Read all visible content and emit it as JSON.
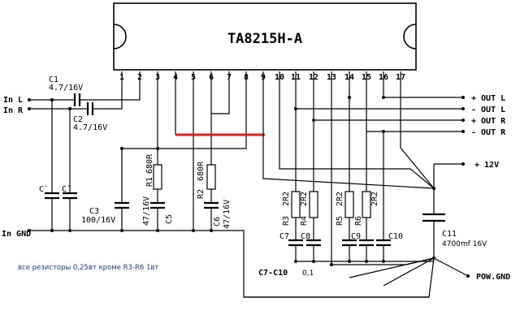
{
  "chip": {
    "title": "TA8215H-A",
    "pins": [
      "1",
      "2",
      "3",
      "4",
      "5",
      "6",
      "7",
      "8",
      "9",
      "10",
      "11",
      "12",
      "13",
      "14",
      "15",
      "16",
      "17"
    ]
  },
  "inputs": {
    "in_l": "In L",
    "in_r": "In R",
    "in_gnd": "In GND"
  },
  "outputs": {
    "out_l_plus": "+ OUT L",
    "out_l_minus": "- OUT L",
    "out_r_plus": "+ OUT R",
    "out_r_minus": "- OUT R",
    "power": "+ 12V",
    "pow_gnd": "POW.GND"
  },
  "components": {
    "c1_name": "C1",
    "c1_value": "4.7/16V",
    "c2_name": "C2",
    "c2_value": "4.7/16V",
    "c_prime_1": "C`",
    "c_prime_2": "C`",
    "c3_name": "C3",
    "c3_value": "100/16V",
    "c5_value": "47/16V",
    "c5_name": "C5",
    "r1_name": "R1",
    "r1_value": "680R",
    "r2_name": "R2",
    "r2_value": "680R",
    "c6_name": "C6",
    "c6_value": "47/16V",
    "r3_name": "R3",
    "r3_value": "2R2",
    "r4_name": "R4",
    "r4_value": "2R2",
    "r5_name": "R5",
    "r5_value": "2R2",
    "r6_name": "R6",
    "r6_value": "2R2",
    "c7_name": "C7",
    "c8_name": "C8",
    "c9_name": "C9",
    "c10_name": "C10",
    "c11_name": "C11",
    "c11_value": "4700mf 16V",
    "c7_c10_label": "C7-C10",
    "c7_c10_value": "0,1"
  },
  "note": "все резисторы 0,25вт кроме R3-R6 1вт",
  "colors": {
    "wire": "#000000",
    "jumper": "#e0201c",
    "note_text": "#1a3fa0"
  }
}
